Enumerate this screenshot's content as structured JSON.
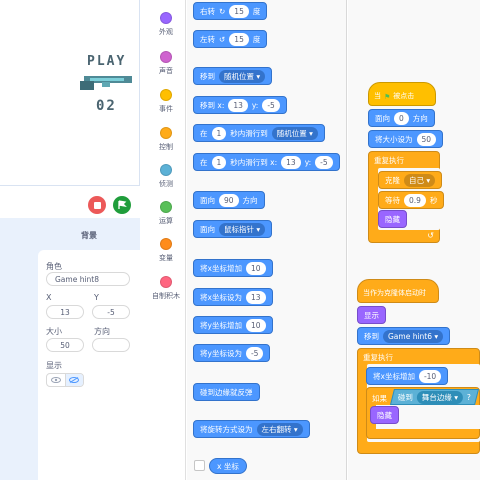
{
  "stage": {
    "title_text": "PLAY",
    "number_text": "02"
  },
  "controls": {
    "stop_icon": "stop-icon",
    "flag_icon": "green-flag-icon"
  },
  "backdrop_tab": {
    "label": "背景"
  },
  "sprite_info": {
    "sprite_label": "角色",
    "sprite_name": "Game hint8",
    "x_label": "X",
    "x_value": "13",
    "y_label": "Y",
    "y_value": "-5",
    "size_label": "大小",
    "size_value": "50",
    "direction_label": "方向",
    "direction_value": "",
    "show_label": "显示"
  },
  "categories": [
    {
      "label": "外观",
      "color": "#9966ff"
    },
    {
      "label": "声音",
      "color": "#cf63cf"
    },
    {
      "label": "事件",
      "color": "#ffbf00"
    },
    {
      "label": "控制",
      "color": "#ffab19"
    },
    {
      "label": "侦测",
      "color": "#5cb1d6"
    },
    {
      "label": "运算",
      "color": "#59c059"
    },
    {
      "label": "变量",
      "color": "#ff8c1a"
    },
    {
      "label": "自制积木",
      "color": "#ff6680"
    }
  ],
  "palette": {
    "turn_right": {
      "text": "右转",
      "value": "15",
      "unit": "度"
    },
    "turn_left": {
      "text": "左转",
      "value": "15",
      "unit": "度"
    },
    "goto": {
      "text": "移到",
      "dropdown": "随机位置 ▾"
    },
    "goto_xy": {
      "text": "移到 x:",
      "x": "13",
      "ylabel": "y:",
      "y": "-5"
    },
    "glide_random": {
      "text1": "在",
      "secs": "1",
      "text2": "秒内滑行到",
      "dropdown": "随机位置 ▾"
    },
    "glide_xy": {
      "text1": "在",
      "secs": "1",
      "text2": "秒内滑行到 x:",
      "x": "13",
      "ylabel": "y:",
      "y": "-5"
    },
    "point_dir": {
      "text": "面向",
      "value": "90",
      "unit": "方向"
    },
    "point_towards": {
      "text": "面向",
      "dropdown": "鼠标指针 ▾"
    },
    "change_x": {
      "text": "将x坐标增加",
      "value": "10"
    },
    "set_x": {
      "text": "将x坐标设为",
      "value": "13"
    },
    "change_y": {
      "text": "将y坐标增加",
      "value": "10"
    },
    "set_y": {
      "text": "将y坐标设为",
      "value": "-5"
    },
    "bounce": {
      "text": "碰到边缘就反弹"
    },
    "rotation_style": {
      "text": "将旋转方式设为",
      "dropdown": "左右翻转 ▾"
    },
    "x_reporter": {
      "text": "x 坐标"
    }
  },
  "script1": {
    "hat_text": "当",
    "hat_text2": "被点击",
    "point": {
      "text": "面向",
      "value": "0",
      "unit": "方向"
    },
    "set_size": {
      "text": "将大小设为",
      "value": "50"
    },
    "forever": "重复执行",
    "clone": {
      "text": "克隆",
      "dropdown": "自己 ▾"
    },
    "wait": {
      "text": "等待",
      "value": "0.9",
      "unit": "秒"
    },
    "hide": "隐藏"
  },
  "script2": {
    "hat_text": "当作为克隆体启动时",
    "show": "显示",
    "goto": {
      "text": "移到",
      "dropdown": "Game hint6 ▾"
    },
    "forever": "重复执行",
    "change_x": {
      "text": "将x坐标增加",
      "value": "-10"
    },
    "if_text": "如果",
    "touching": {
      "text": "碰到",
      "dropdown": "舞台边缘 ▾",
      "q": "?"
    },
    "hide": "隐藏"
  }
}
